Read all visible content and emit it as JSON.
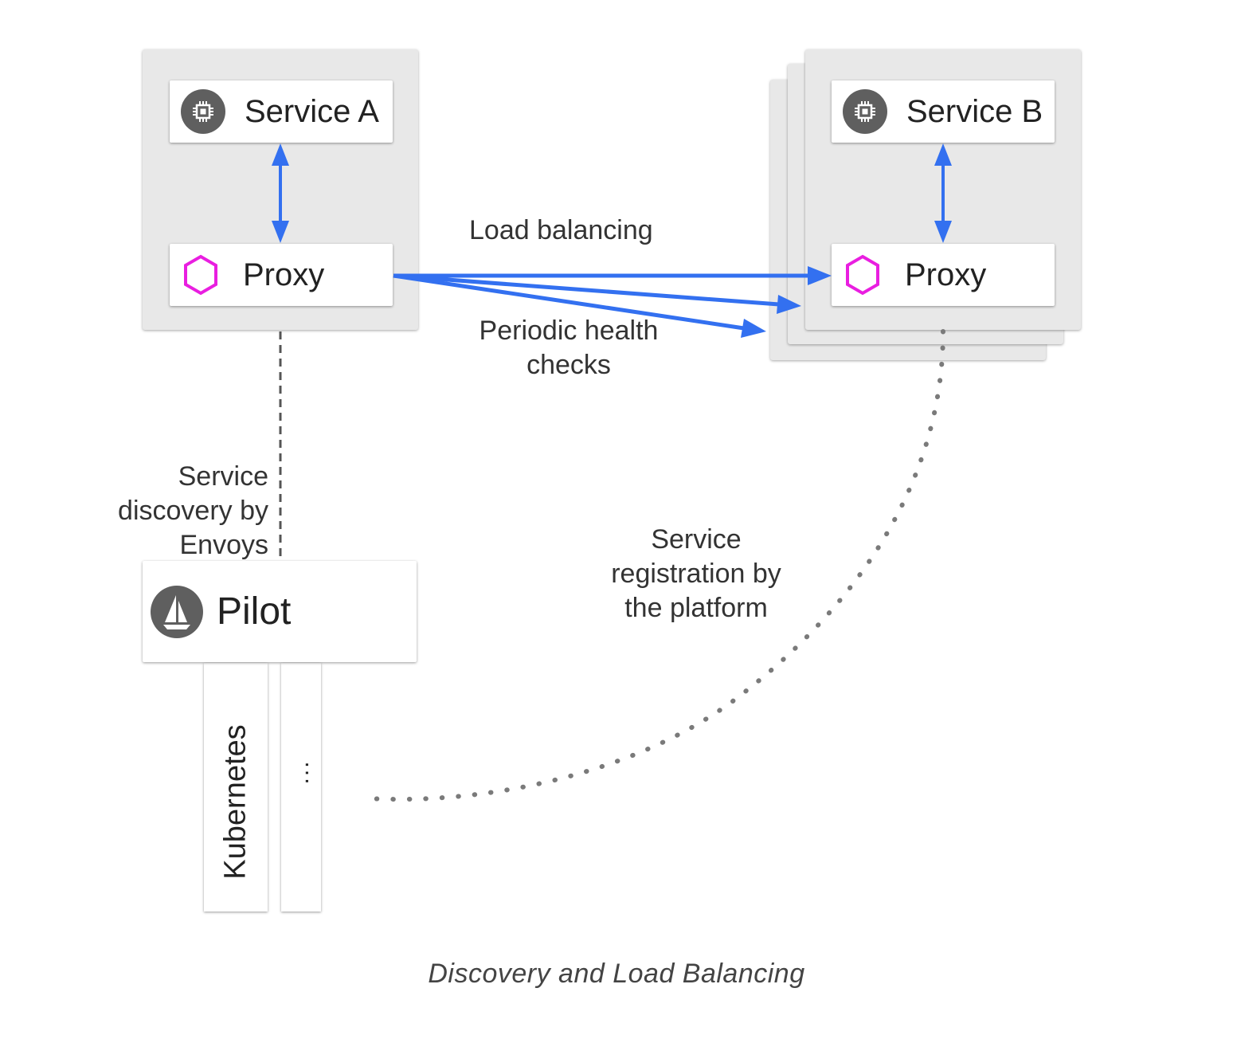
{
  "service_a": {
    "service_label": "Service A",
    "proxy_label": "Proxy"
  },
  "service_b": {
    "service_label": "Service B",
    "proxy_label": "Proxy"
  },
  "edges": {
    "load_balancing": "Load balancing",
    "health_checks_line1": "Periodic health",
    "health_checks_line2": "checks",
    "discovery_line1": "Service",
    "discovery_line2": "discovery by",
    "discovery_line3": "Envoys",
    "registration_line1": "Service",
    "registration_line2": "registration by",
    "registration_line3": "the platform"
  },
  "pilot": {
    "label": "Pilot"
  },
  "platforms": {
    "kubernetes": "Kubernetes",
    "more": "..."
  },
  "caption": "Discovery and Load Balancing",
  "colors": {
    "arrow": "#3370f0",
    "proxy_hex": "#e91ee0",
    "pod_bg": "#e8e8e8",
    "icon_bg": "#5f5f5f"
  },
  "icons": {
    "service": "cpu-chip-icon",
    "proxy": "hexagon-icon",
    "pilot": "sailboat-icon"
  }
}
